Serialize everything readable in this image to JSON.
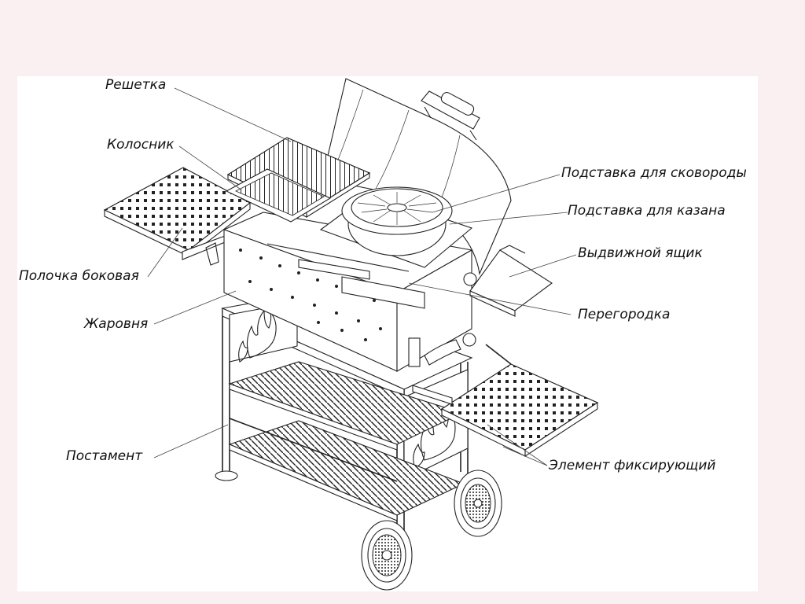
{
  "labels": {
    "reshetka": "Решетка",
    "kolosnik": "Колосник",
    "polochka": "Полочка боковая",
    "zharovnya": "Жаровня",
    "postament": "Постамент",
    "skovoroda": "Подставка для сковороды",
    "kazan": "Подставка для казана",
    "yashchik": "Выдвижной ящик",
    "peregorodka": "Перегородка",
    "element": "Элемент фиксирующий"
  },
  "colors": {
    "page_background": "#fbf0f1",
    "canvas_background": "#ffffff",
    "line": "#222222"
  }
}
